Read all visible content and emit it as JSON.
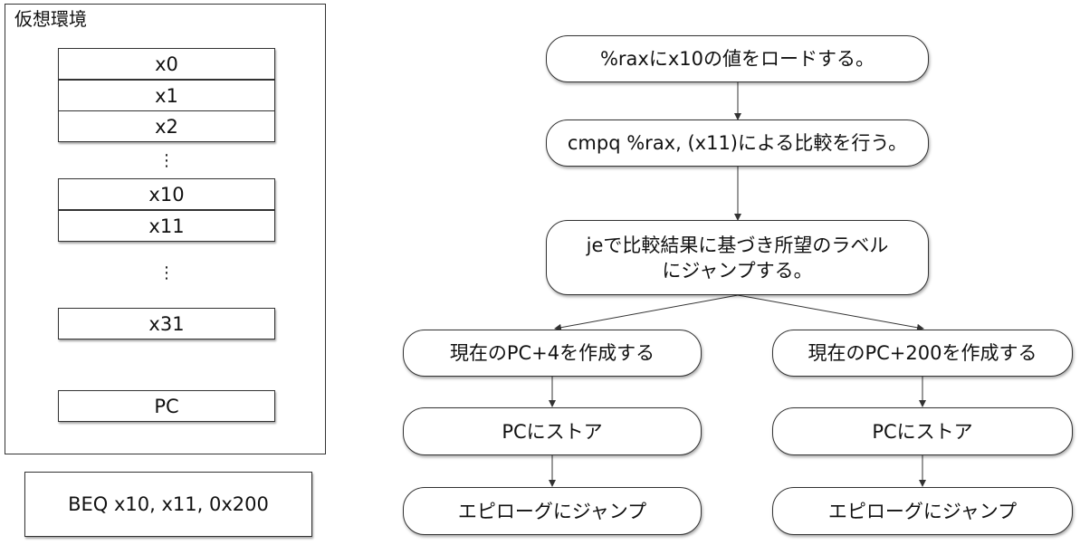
{
  "left_panel": {
    "title": "仮想環境",
    "registers_top": [
      "x0",
      "x1",
      "x2"
    ],
    "dots1": "⋮",
    "registers_mid": [
      "x10",
      "x11"
    ],
    "dots2": "⋮",
    "register_last": "x31",
    "pc_label": "PC"
  },
  "instruction": "BEQ x10, x11, 0x200",
  "flow": {
    "step1": "%raxにx10の値をロードする。",
    "step2": "cmpq %rax, (x11)による比較を行う。",
    "step3_line1": "jeで比較結果に基づき所望のラベル",
    "step3_line2": "にジャンプする。",
    "left_branch": {
      "create_pc": "現在のPC+4を作成する",
      "store_pc": "PCにストア",
      "jump": "エピローグにジャンプ"
    },
    "right_branch": {
      "create_pc": "現在のPC+200を作成する",
      "store_pc": "PCにストア",
      "jump": "エピローグにジャンプ"
    }
  }
}
